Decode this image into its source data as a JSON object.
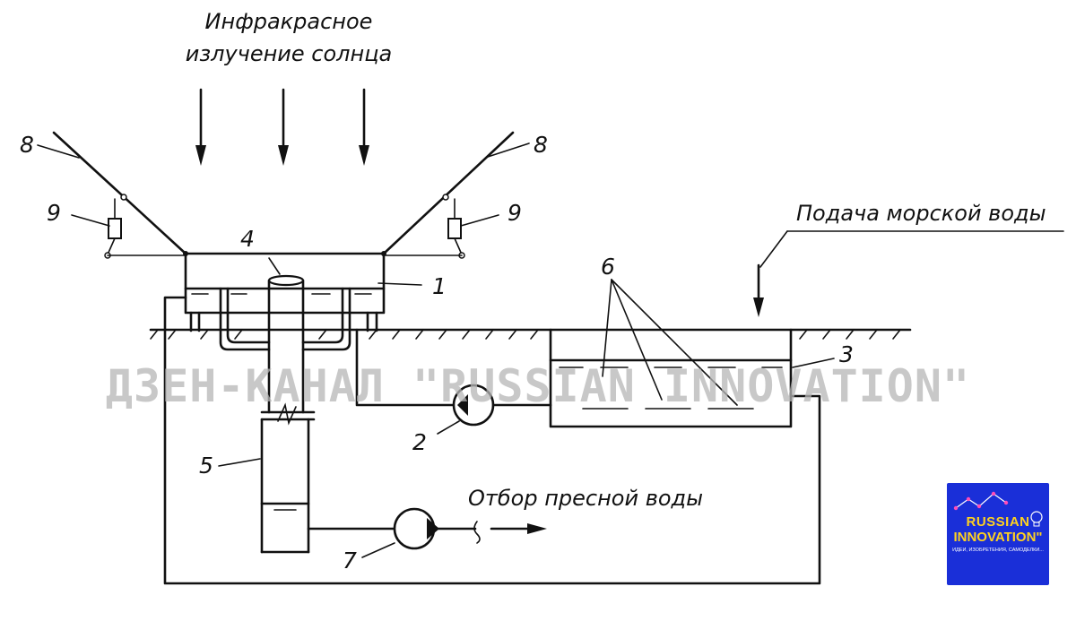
{
  "captions": {
    "infrared_line1": "Инфракрасное",
    "infrared_line2": "излучение солнца",
    "sea_water": "Подача морской воды",
    "fresh_water": "Отбор пресной воды"
  },
  "callouts": {
    "label_1": "1",
    "label_2": "2",
    "label_3": "3",
    "label_4": "4",
    "label_5": "5",
    "label_6": "6",
    "label_7": "7",
    "label_8_left": "8",
    "label_8_right": "8",
    "label_9_left": "9",
    "label_9_right": "9"
  },
  "watermark": "ДЗЕН-КАНАЛ \"RUSSIAN INNOVATION\"",
  "logo": {
    "line1": "RUSSIAN",
    "line2": "INNOVATION\"",
    "tagline": "ИДЕИ, ИЗОБРЕТЕНИЯ, САМОДЕЛКИ...",
    "background_color": "#1a2fd8",
    "text_color": "#ffd21f",
    "icon": "lightbulb-icon"
  }
}
